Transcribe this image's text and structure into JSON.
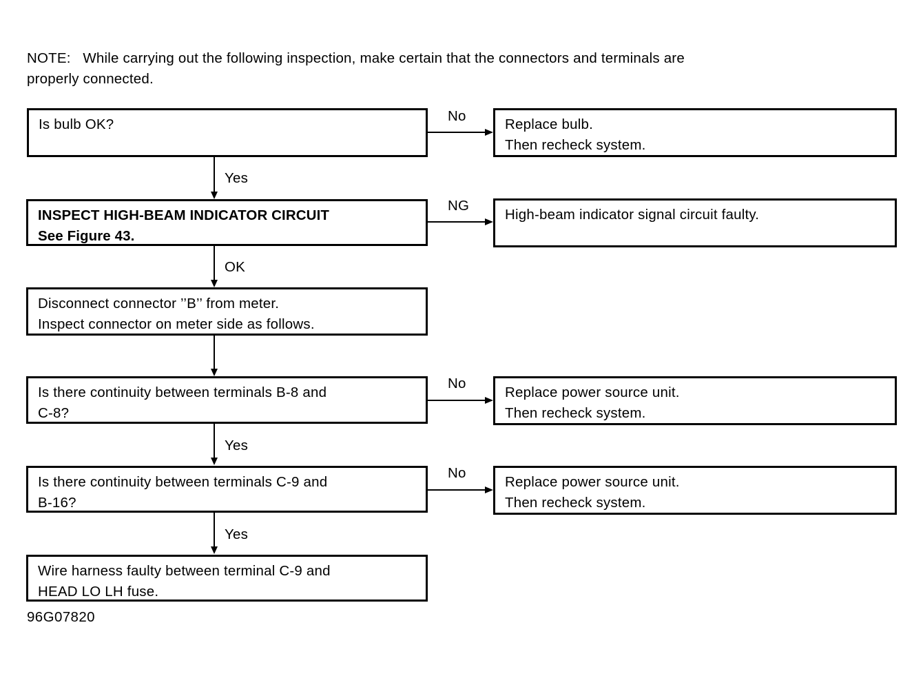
{
  "document": {
    "note_label": "NOTE:",
    "note_text": "NOTE:   While carrying out the following inspection, make certain that the connectors and terminals are\nproperly connected.",
    "footer_code": "96G07820",
    "ink_color": "#000000",
    "paper_color": "#ffffff"
  },
  "chart_data": {
    "type": "diagram",
    "subtype": "troubleshooting-flowchart",
    "title": "High-beam indicator / headlamp diagnostic flow",
    "nodes": [
      {
        "id": "n1",
        "text": "Is bulb OK?",
        "kind": "decision",
        "bold": false
      },
      {
        "id": "r1",
        "text": "Replace bulb.\nThen recheck system.",
        "kind": "terminal",
        "bold": false
      },
      {
        "id": "n2",
        "text": "INSPECT HIGH-BEAM INDICATOR CIRCUIT\nSee Figure 43.",
        "kind": "process",
        "bold": true
      },
      {
        "id": "r2",
        "text": "High-beam indicator signal circuit faulty.",
        "kind": "terminal",
        "bold": false
      },
      {
        "id": "n3",
        "text": "Disconnect connector ’’B’’ from meter.\nInspect connector on meter side as follows.",
        "kind": "process",
        "bold": false
      },
      {
        "id": "n4",
        "text": "Is there continuity between terminals B-8 and\nC-8?",
        "kind": "decision",
        "bold": false
      },
      {
        "id": "r3",
        "text": "Replace power source unit.\nThen recheck system.",
        "kind": "terminal",
        "bold": false
      },
      {
        "id": "n5",
        "text": "Is there continuity between terminals C-9 and\nB-16?",
        "kind": "decision",
        "bold": false
      },
      {
        "id": "r4",
        "text": "Replace power source unit.\nThen recheck system.",
        "kind": "terminal",
        "bold": false
      },
      {
        "id": "n6",
        "text": "Wire harness faulty between terminal C-9 and\nHEAD LO LH fuse.",
        "kind": "terminal",
        "bold": false
      }
    ],
    "edges": [
      {
        "from": "n1",
        "to": "r1",
        "label": "No",
        "direction": "right"
      },
      {
        "from": "n1",
        "to": "n2",
        "label": "Yes",
        "direction": "down"
      },
      {
        "from": "n2",
        "to": "r2",
        "label": "NG",
        "direction": "right"
      },
      {
        "from": "n2",
        "to": "n3",
        "label": "OK",
        "direction": "down"
      },
      {
        "from": "n3",
        "to": "n4",
        "label": "",
        "direction": "down"
      },
      {
        "from": "n4",
        "to": "r3",
        "label": "No",
        "direction": "right"
      },
      {
        "from": "n4",
        "to": "n5",
        "label": "Yes",
        "direction": "down"
      },
      {
        "from": "n5",
        "to": "r4",
        "label": "No",
        "direction": "right"
      },
      {
        "from": "n5",
        "to": "n6",
        "label": "Yes",
        "direction": "down"
      }
    ]
  },
  "branch_labels": {
    "b1_no": "No",
    "b1_yes": "Yes",
    "b2_ng": "NG",
    "b2_ok": "OK",
    "b4_no": "No",
    "b4_yes": "Yes",
    "b5_no": "No",
    "b5_yes": "Yes"
  }
}
